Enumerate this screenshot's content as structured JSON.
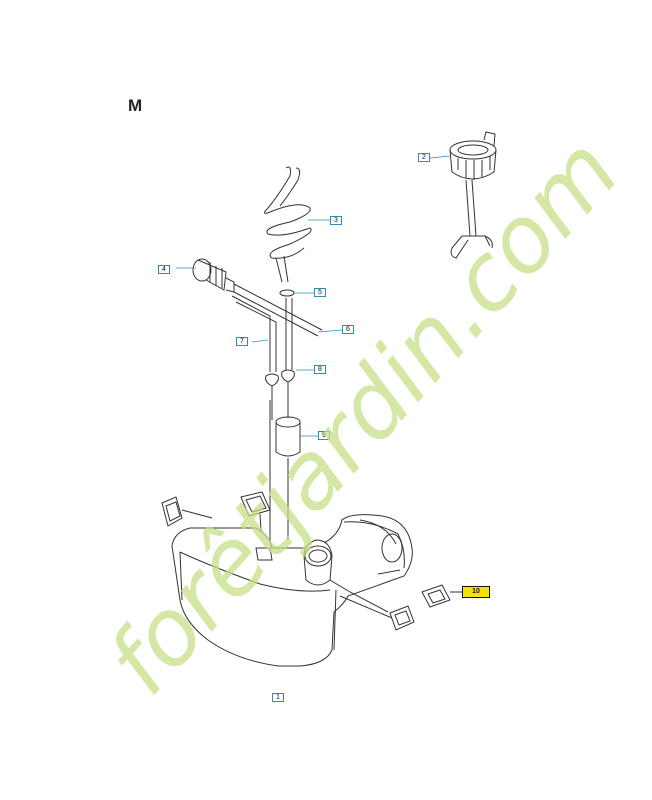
{
  "diagram": {
    "section_letter": "M",
    "callouts": [
      {
        "id": "1",
        "label": "1"
      },
      {
        "id": "2",
        "label": "2"
      },
      {
        "id": "3",
        "label": "3"
      },
      {
        "id": "4",
        "label": "4"
      },
      {
        "id": "5",
        "label": "5"
      },
      {
        "id": "6",
        "label": "6"
      },
      {
        "id": "7",
        "label": "7"
      },
      {
        "id": "8",
        "label": "8"
      },
      {
        "id": "9",
        "label": "9"
      },
      {
        "id": "10",
        "label": "10",
        "highlight_color": "#f5e400"
      }
    ]
  },
  "watermark": {
    "text": "forêtjardin.com",
    "color_green": "#c5df86",
    "color_orange": "#f2b566",
    "color_taupe": "#b9a796"
  },
  "colors": {
    "line": "#333333",
    "callout_border": "#2a8fb3",
    "highlight": "#f5e400"
  }
}
